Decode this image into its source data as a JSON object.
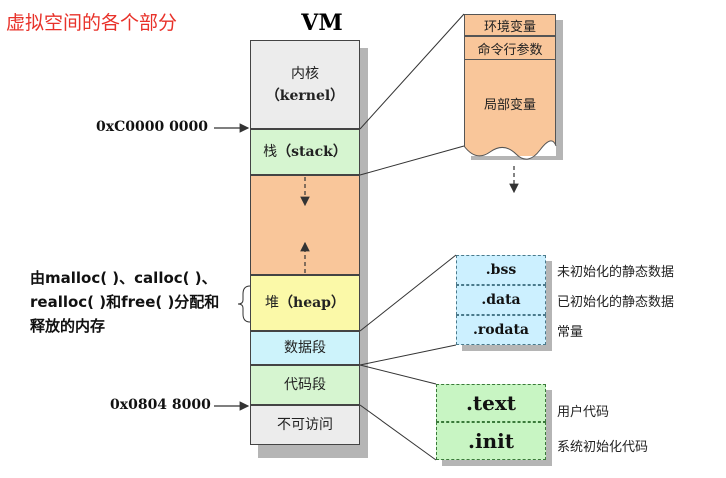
{
  "title": "虚拟空间的各个部分",
  "vm_title": "VM",
  "segments": {
    "kernel": {
      "zh": "内核",
      "en": "（kernel）"
    },
    "stack": {
      "zh": "栈",
      "en": "（stack）"
    },
    "heap": {
      "zh": "堆",
      "en": "（heap）"
    },
    "data": {
      "label": "数据段"
    },
    "code": {
      "label": "代码段"
    },
    "noaccess": {
      "label": "不可访问"
    }
  },
  "addresses": {
    "kernel_start": "0xC0000 0000",
    "code_start": "0x0804 8000"
  },
  "heap_note": [
    "由malloc( )、calloc( )、",
    "realloc( )和free( )分配和",
    "释放的内存"
  ],
  "stack_detail": [
    "环境变量",
    "命令行参数",
    "局部变量"
  ],
  "data_sections": [
    {
      "name": ".bss",
      "desc": "未初始化的静态数据"
    },
    {
      "name": ".data",
      "desc": "已初始化的静态数据"
    },
    {
      "name": ".rodata",
      "desc": "常量"
    }
  ],
  "code_sections": [
    {
      "name": ".text",
      "desc": "用户代码"
    },
    {
      "name": ".init",
      "desc": "系统初始化代码"
    }
  ],
  "colors": {
    "kernel": "#ececec",
    "stack": "#d6f5d0",
    "gap": "#f9c69a",
    "heap": "#fbf9a8",
    "data": "#cdf3fb",
    "code": "#d6f5d0",
    "noaccess": "#ececec",
    "title": "#e8322a"
  }
}
